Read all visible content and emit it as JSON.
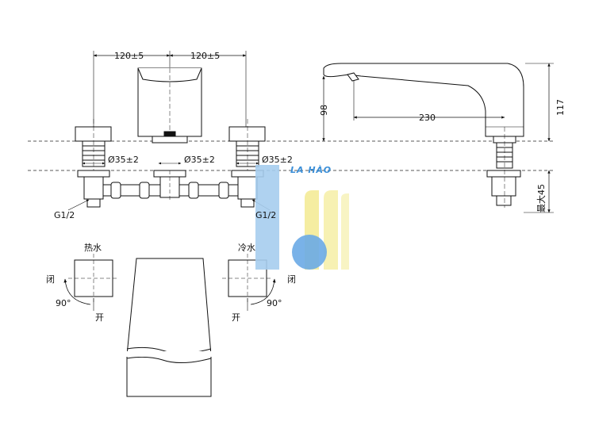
{
  "front_view": {
    "dim_left": "120±5",
    "dim_right": "120±5",
    "dia_left": "Ø35±2",
    "dia_center": "Ø35±2",
    "dia_right": "Ø35±2",
    "thread_left": "G1/2",
    "thread_right": "G1/2"
  },
  "side_view": {
    "height_98": "98",
    "reach_230": "230",
    "height_117": "117",
    "max_45": "最大45"
  },
  "handles": {
    "hot_label": "热水",
    "cold_label": "冷水",
    "hot_close": "闭",
    "hot_open": "开",
    "hot_angle": "90°",
    "cold_close": "闭",
    "cold_open": "开",
    "cold_angle": "90°"
  },
  "watermark": {
    "text": "LA HÀO",
    "colors": {
      "blue": "#3b8fd8",
      "yellow": "#f2e98a"
    }
  }
}
